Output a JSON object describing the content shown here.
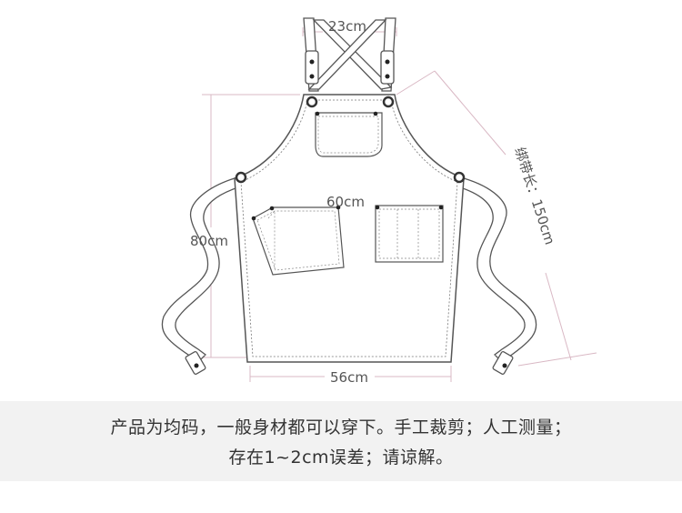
{
  "dimensions": {
    "strap_width": "23cm",
    "chest_width": "60cm",
    "total_length": "80cm",
    "hem_width": "56cm",
    "tie_length": "绑带长：150cm"
  },
  "note": {
    "line1": "产品为均码，一般身材都可以穿下。手工裁剪；人工测量；",
    "line2": "存在1~2cm误差；请谅解。"
  },
  "colors": {
    "outline": "#555555",
    "dimension_line": "#d9b8c4",
    "note_background": "#f2f2f2"
  }
}
